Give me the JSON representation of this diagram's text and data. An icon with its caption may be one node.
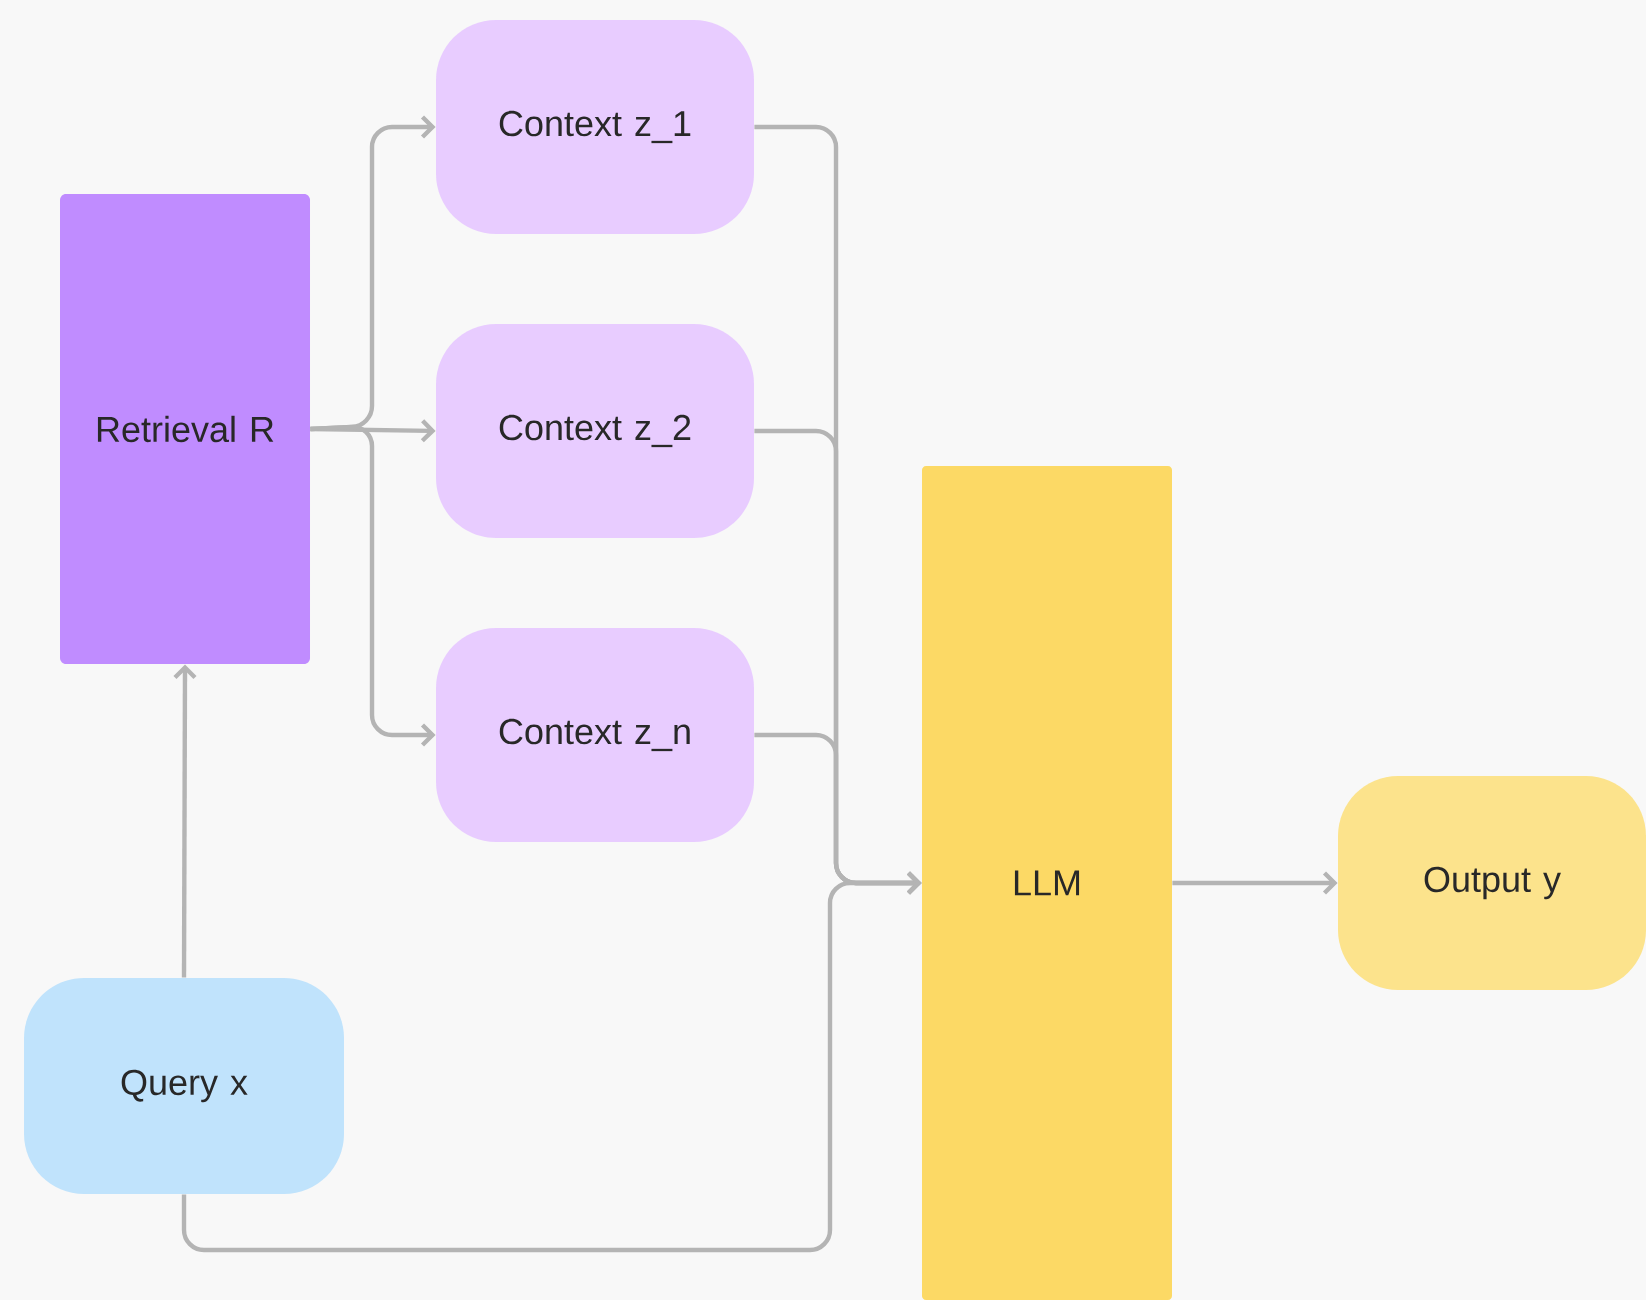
{
  "diagram": {
    "nodes": [
      {
        "text": [
          "Retrieval R"
        ]
      },
      {
        "text": [
          "Context z_1"
        ]
      },
      {
        "text": [
          "Context z_2"
        ]
      },
      {
        "text": [
          "Context z_n"
        ]
      },
      {
        "text": [
          "LLM"
        ]
      },
      {
        "text": [
          "Output y"
        ]
      },
      {
        "text": [
          "Query x"
        ]
      }
    ],
    "edges": [
      {
        "from": 0,
        "to": 1,
        "arrow": "to"
      },
      {
        "from": 0,
        "to": 2,
        "arrow": "to"
      },
      {
        "from": 0,
        "to": 3,
        "arrow": "to"
      },
      {
        "from": 1,
        "to": 4,
        "arrow": "to"
      },
      {
        "from": 2,
        "to": 4,
        "arrow": "to"
      },
      {
        "from": 3,
        "to": 4,
        "arrow": "to"
      },
      {
        "from": 6,
        "to": 0,
        "arrow": "to"
      },
      {
        "from": 6,
        "to": 4,
        "arrow": "to"
      },
      {
        "from": 4,
        "to": 5,
        "arrow": "to"
      }
    ]
  }
}
